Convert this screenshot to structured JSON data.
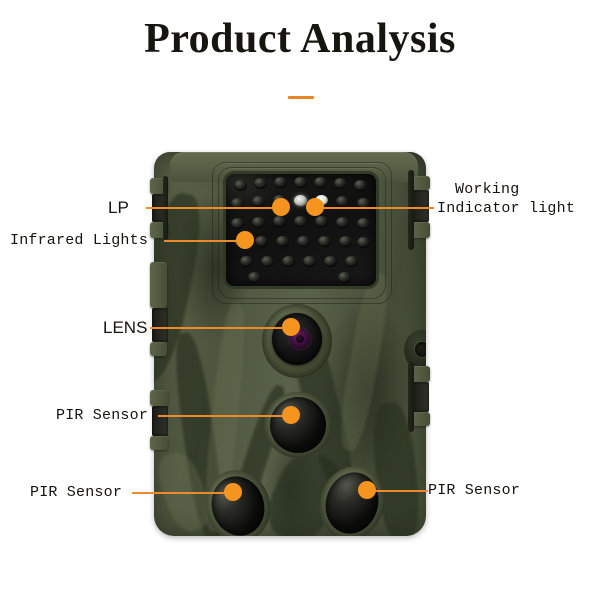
{
  "page": {
    "title": "Product Analysis",
    "accent_color": "#E8842A",
    "lead_color": "#ED8B2B",
    "dot_color": "#F5941F",
    "background_color": "#FFFFFF",
    "body_color": "#4E563F"
  },
  "callouts": [
    {
      "id": "lp",
      "label": "LP",
      "font": "sans"
    },
    {
      "id": "infrared-lights",
      "label": "Infrared Lights",
      "font": "mono"
    },
    {
      "id": "working-indicator",
      "label_line1": "Working",
      "label_line2": "Indicator light",
      "font": "mono"
    },
    {
      "id": "lens",
      "label": "LENS",
      "font": "sans"
    },
    {
      "id": "pir-sensor-center",
      "label": "PIR Sensor",
      "font": "mono"
    },
    {
      "id": "pir-sensor-left",
      "label": "PIR Sensor",
      "font": "mono"
    },
    {
      "id": "pir-sensor-right",
      "label": "PIR Sensor",
      "font": "mono"
    }
  ],
  "product": {
    "name": "trail-camera",
    "features": [
      "infrared-led-panel",
      "camera-lens",
      "pir-sensor-center",
      "pir-sensor-left",
      "pir-sensor-right",
      "working-indicator-light",
      "low-power-indicator",
      "mounting-hole"
    ]
  }
}
